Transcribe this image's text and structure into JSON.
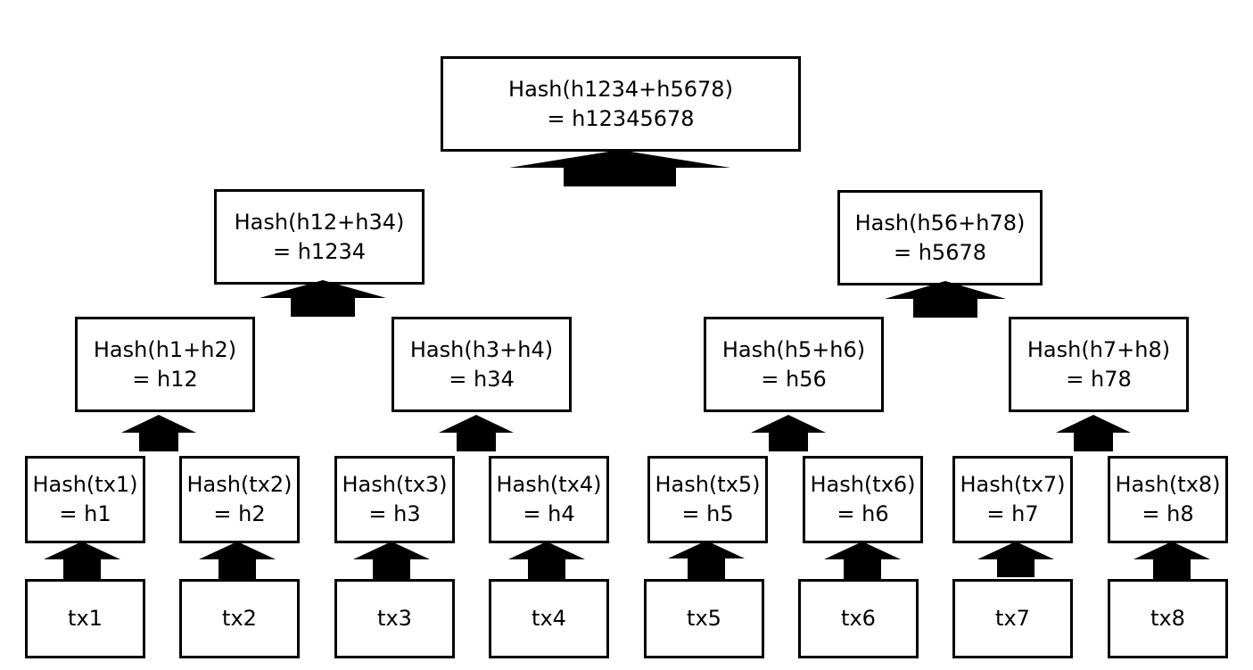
{
  "diagram": {
    "root": {
      "line1": "Hash(h1234+h5678)",
      "line2": "= h12345678"
    },
    "level2": [
      {
        "line1": "Hash(h12+h34)",
        "line2": "= h1234"
      },
      {
        "line1": "Hash(h56+h78)",
        "line2": "= h5678"
      }
    ],
    "level3": [
      {
        "line1": "Hash(h1+h2)",
        "line2": "= h12"
      },
      {
        "line1": "Hash(h3+h4)",
        "line2": "= h34"
      },
      {
        "line1": "Hash(h5+h6)",
        "line2": "= h56"
      },
      {
        "line1": "Hash(h7+h8)",
        "line2": "= h78"
      }
    ],
    "leaves": [
      {
        "line1": "Hash(tx1)",
        "line2": "= h1"
      },
      {
        "line1": "Hash(tx2)",
        "line2": "= h2"
      },
      {
        "line1": "Hash(tx3)",
        "line2": "= h3"
      },
      {
        "line1": "Hash(tx4)",
        "line2": "= h4"
      },
      {
        "line1": "Hash(tx5)",
        "line2": "= h5"
      },
      {
        "line1": "Hash(tx6)",
        "line2": "= h6"
      },
      {
        "line1": "Hash(tx7)",
        "line2": "= h7"
      },
      {
        "line1": "Hash(tx8)",
        "line2": "= h8"
      }
    ],
    "transactions": [
      "tx1",
      "tx2",
      "tx3",
      "tx4",
      "tx5",
      "tx6",
      "tx7",
      "tx8"
    ],
    "arrow_color": "#000000",
    "arrow_icon": "up-arrow-icon"
  }
}
